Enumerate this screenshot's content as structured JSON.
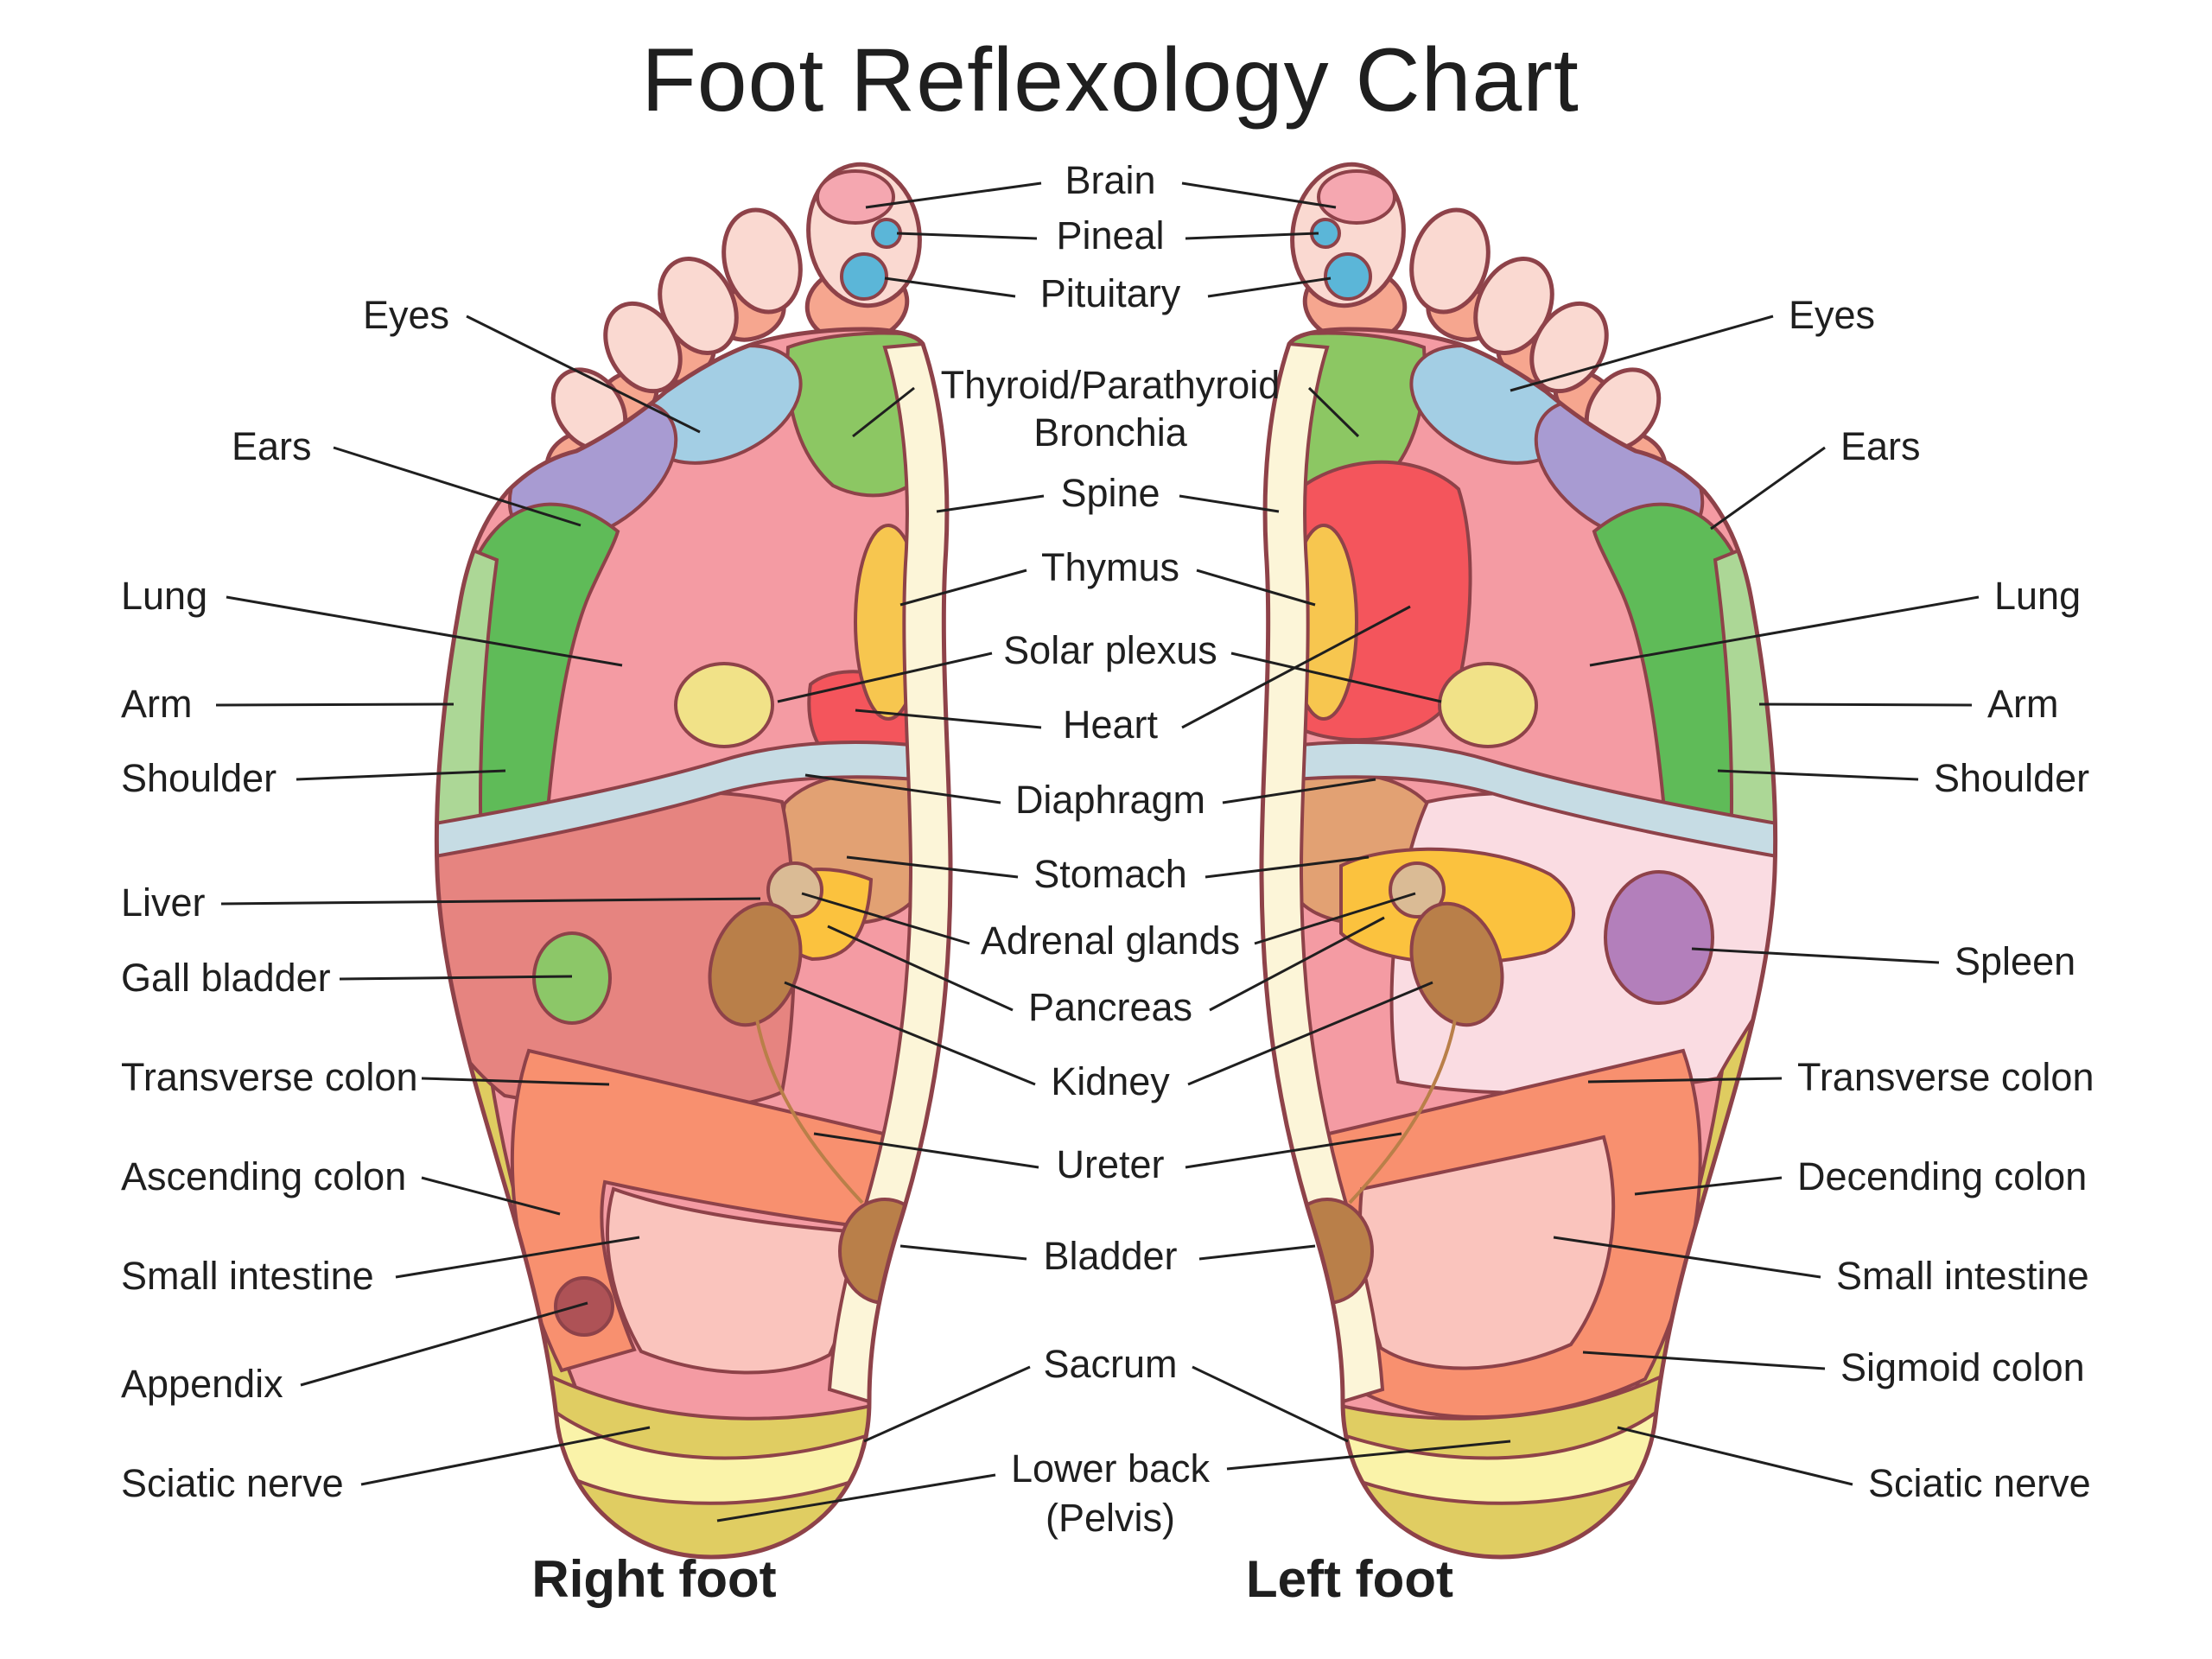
{
  "title": "Foot Reflexology Chart",
  "captions": {
    "right_foot": "Right foot",
    "left_foot": "Left foot"
  },
  "labels": {
    "left": {
      "eyes": "Eyes",
      "ears": "Ears",
      "lung": "Lung",
      "arm": "Arm",
      "shoulder": "Shoulder",
      "liver": "Liver",
      "gall_bladder": "Gall bladder",
      "transverse_colon": "Transverse colon",
      "ascending_colon": "Ascending colon",
      "small_intestine": "Small intestine",
      "appendix": "Appendix",
      "sciatic_nerve": "Sciatic nerve"
    },
    "center": {
      "brain": "Brain",
      "pineal": "Pineal",
      "pituitary": "Pituitary",
      "thyroid_parathyroid": "Thyroid/Parathyroid",
      "bronchia": "Bronchia",
      "spine": "Spine",
      "thymus": "Thymus",
      "solar_plexus": "Solar plexus",
      "heart": "Heart",
      "diaphragm": "Diaphragm",
      "stomach": "Stomach",
      "adrenal_glands": "Adrenal glands",
      "pancreas": "Pancreas",
      "kidney": "Kidney",
      "ureter": "Ureter",
      "bladder": "Bladder",
      "sacrum": "Sacrum",
      "lower_back": "Lower back",
      "pelvis": "(Pelvis)"
    },
    "right": {
      "eyes": "Eyes",
      "ears": "Ears",
      "lung": "Lung",
      "arm": "Arm",
      "shoulder": "Shoulder",
      "spleen": "Spleen",
      "transverse_colon": "Transverse colon",
      "descending_colon": "Decending colon",
      "small_intestine": "Small intestine",
      "sigmoid_colon": "Sigmoid colon",
      "sciatic_nerve": "Sciatic nerve"
    }
  },
  "colors": {
    "background": "#FFFFFF",
    "outline": "#8E4249",
    "leader_line": "#1F1F1F",
    "label_text": "#1F1F1F",
    "toe_pink": "#FAD9D1",
    "toe_base_salmon": "#F6A68F",
    "brain_pink": "#F5A7B0",
    "gland_blue": "#5BB6D8",
    "eyes_blue": "#A3CEE4",
    "ears_purple": "#A89BD2",
    "thyroid_green": "#8CC763",
    "arm_green": "#ACD796",
    "shoulder_green": "#5FBB58",
    "lung_pink": "#F49BA3",
    "heart_red": "#F4555C",
    "thymus_gold": "#F7C64F",
    "solar_plexus_yellow": "#F1E288",
    "diaphragm_blue": "#C6DCE4",
    "spine_cream": "#FCF5D8",
    "stomach_tan": "#E2A173",
    "liver_red": "#E68480",
    "gall_bladder_green": "#8CC768",
    "adrenal_tan": "#DABB95",
    "kidney_brown": "#B97F49",
    "pancreas_orange": "#FBC23E",
    "colon_salmon": "#F8906F",
    "small_intestine_pink": "#FAC4BD",
    "appendix_red": "#AE5256",
    "lateral_yellow": "#DFCC60",
    "heel_yellow": "#E0CD62",
    "sacrum_pale_yellow": "#FAF3A9",
    "left_foot_light_pink": "#FADCE2",
    "spleen_purple": "#B37FBB"
  }
}
